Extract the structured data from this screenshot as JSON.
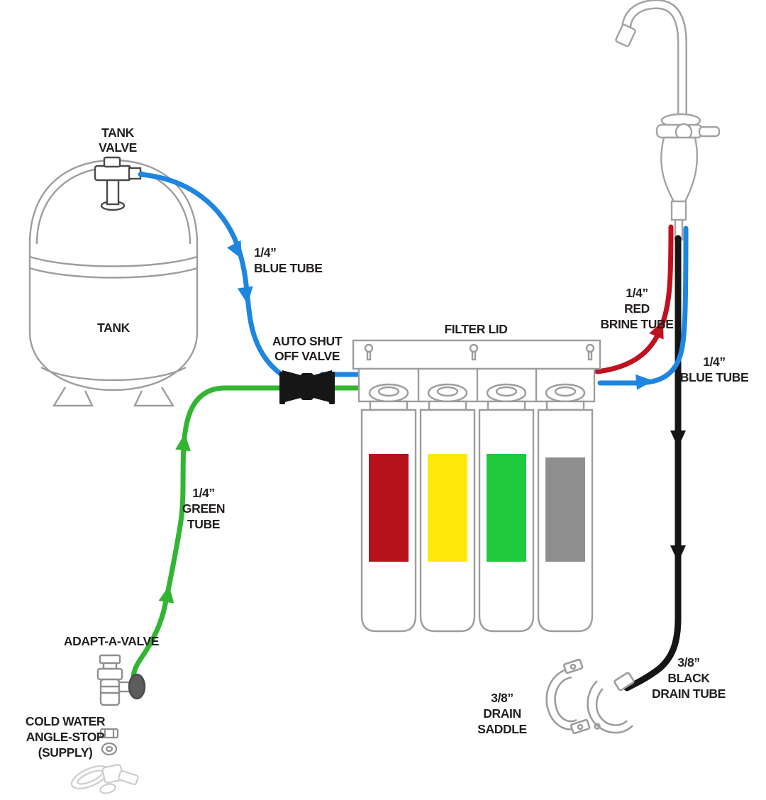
{
  "labels": {
    "tank_valve": {
      "l1": "TANK",
      "l2": "VALVE"
    },
    "tank": "TANK",
    "blue_tube_left": {
      "l1": "1/4”",
      "l2": "BLUE TUBE"
    },
    "auto_shutoff": {
      "l1": "AUTO SHUT",
      "l2": "OFF VALVE"
    },
    "filter_lid": "FILTER LID",
    "red_brine": {
      "l1": "1/4”",
      "l2": "RED",
      "l3": "BRINE TUBE"
    },
    "blue_tube_right": {
      "l1": "1/4”",
      "l2": "BLUE TUBE"
    },
    "green_tube": {
      "l1": "1/4”",
      "l2": "GREEN",
      "l3": "TUBE"
    },
    "adapt_a_valve": "ADAPT-A-VALVE",
    "cold_water": {
      "l1": "COLD WATER",
      "l2": "ANGLE-STOP",
      "l3": "(SUPPLY)"
    },
    "drain_saddle": {
      "l1": "3/8”",
      "l2": "DRAIN",
      "l3": "SADDLE"
    },
    "black_drain": {
      "l1": "3/8”",
      "l2": "BLACK",
      "l3": "DRAIN TUBE"
    }
  },
  "colors": {
    "blue_tube": "#1e86e0",
    "green_tube": "#33b533",
    "red_tube": "#c0111f",
    "black_tube": "#151515",
    "filter_red": "#b5121b",
    "filter_yellow": "#ffe90a",
    "filter_green": "#1fc93c",
    "filter_gray": "#8e8e8e",
    "line_art": "#9d9d9d",
    "text": "#231f20"
  }
}
